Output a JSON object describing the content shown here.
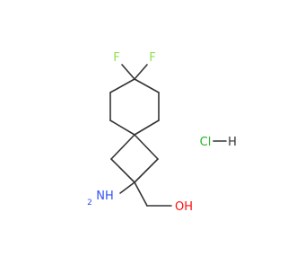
{
  "molecule": {
    "atoms": {
      "f1": "F",
      "f2": "F",
      "n": "NH",
      "n_h_count": "2",
      "o": "OH",
      "cl": "Cl",
      "h": "H"
    }
  },
  "colors": {
    "bond": "#333333",
    "fluorine": "#90e050",
    "nitrogen": "#3050f8",
    "oxygen": "#ff0d0d",
    "chlorine": "#1fb51f",
    "hydrogen": "#333333"
  }
}
